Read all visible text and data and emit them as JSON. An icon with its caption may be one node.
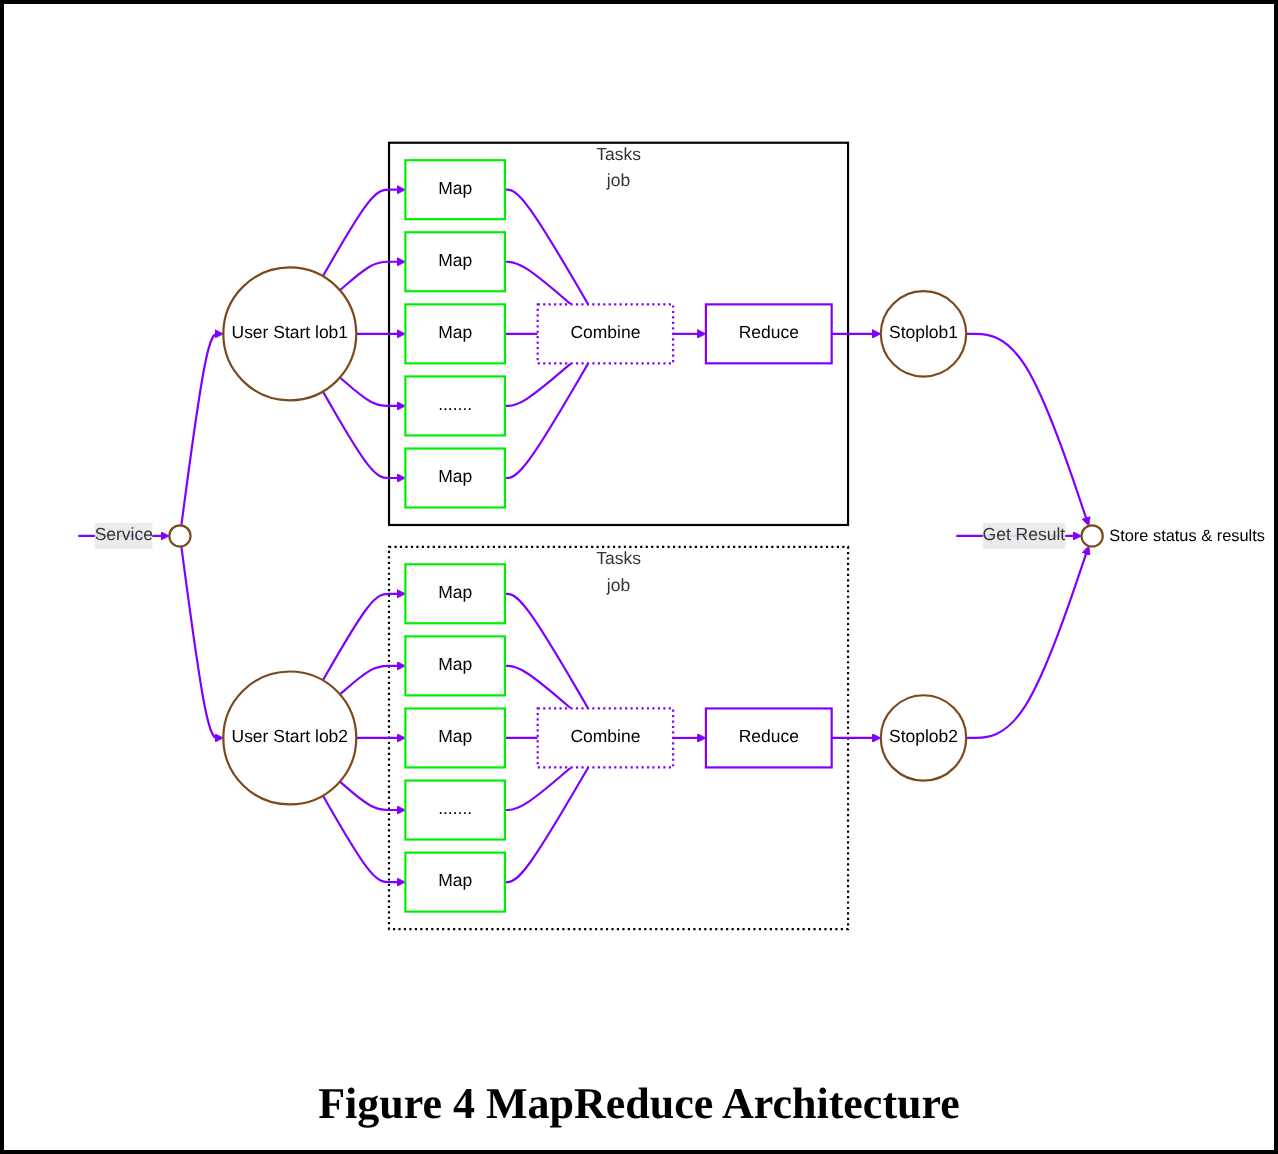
{
  "diagram": {
    "caption": "Figure 4 MapReduce Architecture",
    "nodes": [
      {
        "text": [],
        "shape": "circle"
      },
      {
        "text": [
          "User Start lob1"
        ]
      },
      {
        "text": [
          "Tasks",
          "job"
        ]
      },
      {
        "text": [
          "Map"
        ],
        "in": 2
      },
      {
        "text": [
          "Map"
        ],
        "in": 2
      },
      {
        "text": [
          "Map"
        ],
        "in": 2
      },
      {
        "text": [
          "......."
        ],
        "in": 2
      },
      {
        "text": [
          "Map"
        ],
        "in": 2
      },
      {
        "text": [
          "Combine"
        ],
        "in": 2
      },
      {
        "text": [
          "Reduce"
        ],
        "in": 2
      },
      {
        "text": [
          "Stoplob1"
        ]
      },
      {
        "text": [],
        "shape": "circle",
        "beside": [
          "Store status & results"
        ]
      },
      {
        "text": [
          "User Start lob2"
        ]
      },
      {
        "text": [
          "Tasks",
          "job"
        ]
      },
      {
        "text": [
          "Map"
        ],
        "in": 13
      },
      {
        "text": [
          "Map"
        ],
        "in": 13
      },
      {
        "text": [
          "Map"
        ],
        "in": 13
      },
      {
        "text": [
          "......."
        ],
        "in": 13
      },
      {
        "text": [
          "Map"
        ],
        "in": 13
      },
      {
        "text": [
          "Combine"
        ],
        "in": 13
      },
      {
        "text": [
          "Reduce"
        ],
        "in": 13
      },
      {
        "text": [
          "Stoplob2"
        ]
      }
    ],
    "edges": [
      {
        "from": null,
        "to": 0,
        "arrow": "to",
        "label": "Service"
      },
      {
        "from": 0,
        "to": 1,
        "arrow": "to"
      },
      {
        "from": 0,
        "to": 12,
        "arrow": "to"
      },
      {
        "from": 1,
        "to": 3,
        "arrow": "to"
      },
      {
        "from": 1,
        "to": 4,
        "arrow": "to"
      },
      {
        "from": 1,
        "to": 5,
        "arrow": "to"
      },
      {
        "from": 1,
        "to": 6,
        "arrow": "to"
      },
      {
        "from": 1,
        "to": 7,
        "arrow": "to"
      },
      {
        "from": 3,
        "to": 8,
        "arrow": "none"
      },
      {
        "from": 4,
        "to": 8,
        "arrow": "none"
      },
      {
        "from": 5,
        "to": 8,
        "arrow": "none"
      },
      {
        "from": 6,
        "to": 8,
        "arrow": "none"
      },
      {
        "from": 7,
        "to": 8,
        "arrow": "none"
      },
      {
        "from": 8,
        "to": 9,
        "arrow": "to"
      },
      {
        "from": 9,
        "to": 10,
        "arrow": "to"
      },
      {
        "from": 10,
        "to": 11,
        "arrow": "to"
      },
      {
        "from": null,
        "to": 11,
        "arrow": "to",
        "label": "Get Result"
      },
      {
        "from": 12,
        "to": 14,
        "arrow": "to"
      },
      {
        "from": 12,
        "to": 15,
        "arrow": "to"
      },
      {
        "from": 12,
        "to": 16,
        "arrow": "to"
      },
      {
        "from": 12,
        "to": 17,
        "arrow": "to"
      },
      {
        "from": 12,
        "to": 18,
        "arrow": "to"
      },
      {
        "from": 14,
        "to": 19,
        "arrow": "none"
      },
      {
        "from": 15,
        "to": 19,
        "arrow": "none"
      },
      {
        "from": 16,
        "to": 19,
        "arrow": "none"
      },
      {
        "from": 17,
        "to": 19,
        "arrow": "none"
      },
      {
        "from": 18,
        "to": 19,
        "arrow": "none"
      },
      {
        "from": 19,
        "to": 20,
        "arrow": "to"
      },
      {
        "from": 20,
        "to": 21,
        "arrow": "to"
      },
      {
        "from": 21,
        "to": 11,
        "arrow": "to"
      }
    ]
  }
}
